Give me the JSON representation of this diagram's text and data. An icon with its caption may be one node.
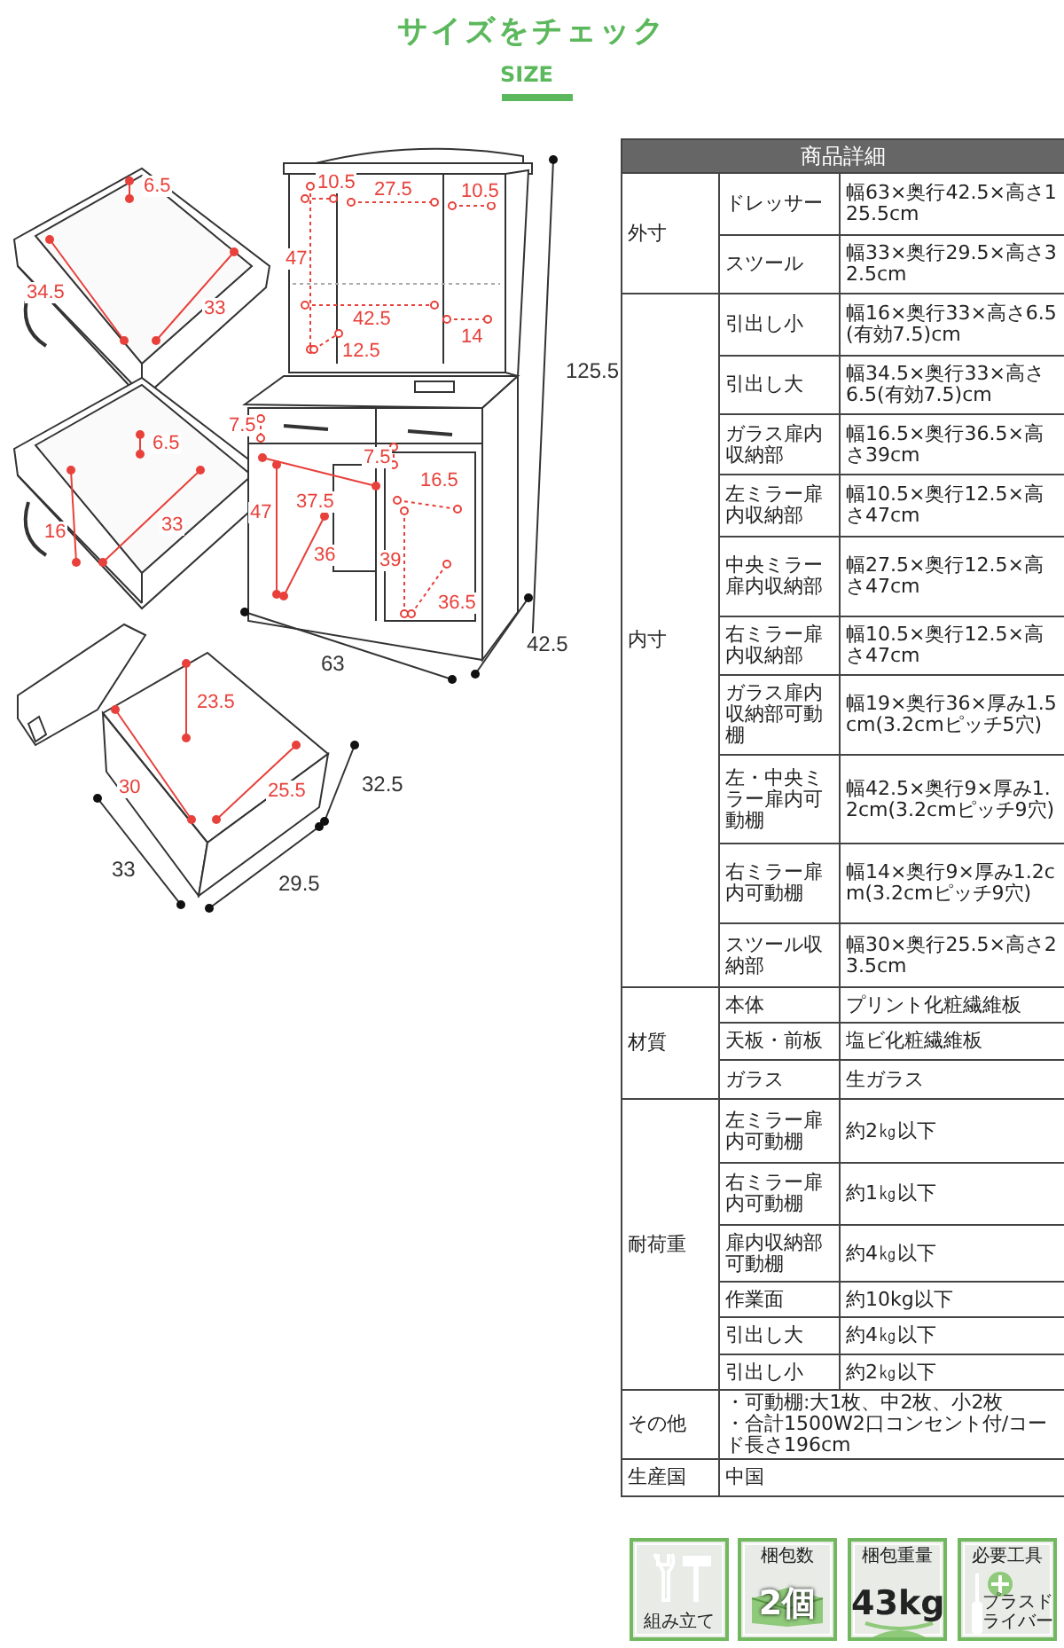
{
  "diagram": {
    "title": "サイズをチェック",
    "nodes": [
      {
        "text": [
          "組み立て"
        ]
      },
      {
        "text": [
          "梱包数",
          "2個"
        ]
      },
      {
        "text": [
          "梱包重量",
          "43kg"
        ]
      },
      {
        "text": [
          "必要工具",
          "プラスドライバー"
        ]
      }
    ],
    "labels": [
      "SIZE",
      "6.5",
      "34.5",
      "33",
      "10.5",
      "27.5",
      "10.5",
      "47",
      "42.5",
      "14",
      "12.5",
      "125.5",
      "7.5",
      "6.5",
      "7.5",
      "16.5",
      "47",
      "37.5",
      "16",
      "33",
      "36",
      "39",
      "36.5",
      "63",
      "42.5",
      "23.5",
      "30",
      "25.5",
      "32.5",
      "33",
      "29.5",
      "商品詳細",
      "外寸",
      "ドレッサー",
      "幅63×奥行42.5×高さ125.5cm",
      "スツール",
      "幅33×奥行29.5×高さ32.5cm",
      "内寸",
      "引出し小",
      "幅16×奥行33×高さ6.5(有効7.5)cm",
      "引出し大",
      "幅34.5×奥行33×高さ6.5(有効7.5)cm",
      "ガラス扉内収納部",
      "幅16.5×奥行36.5×高さ39cm",
      "左ミラー扉内収納部",
      "幅10.5×奥行12.5×高さ47cm",
      "中央ミラー扉内収納部",
      "幅27.5×奥行12.5×高さ47cm",
      "右ミラー扉内収納部",
      "幅10.5×奥行12.5×高さ47cm",
      "ガラス扉内収納部可動棚",
      "幅19×奥行36×厚み1.5cm(3.2cmピッチ5穴)",
      "左・中央ミラー扉内可動棚",
      "幅42.5×奥行9×厚み1.2cm(3.2cmピッチ9穴)",
      "右ミラー扉内可動棚",
      "幅14×奥行9×厚み1.2cm(3.2cmピッチ9穴)",
      "スツール収納部",
      "幅30×奥行25.5×高さ23.5cm",
      "材質",
      "本体",
      "プリント化粧繊維板",
      "天板・前板",
      "塩ビ化粧繊維板",
      "ガラス",
      "生ガラス",
      "耐荷重",
      "左ミラー扉内可動棚",
      "約2㎏以下",
      "右ミラー扉内可動棚",
      "約1㎏以下",
      "扉内収納部可動棚",
      "約4㎏以下",
      "作業面",
      "約10kg以下",
      "引出し大",
      "約4㎏以下",
      "引出し小",
      "約2㎏以下",
      "その他",
      "・可動棚:大1枚、中2枚、小2枚",
      "・合計1500W2口コンセント付/コード長さ196cm",
      "生産国",
      "中国"
    ]
  }
}
